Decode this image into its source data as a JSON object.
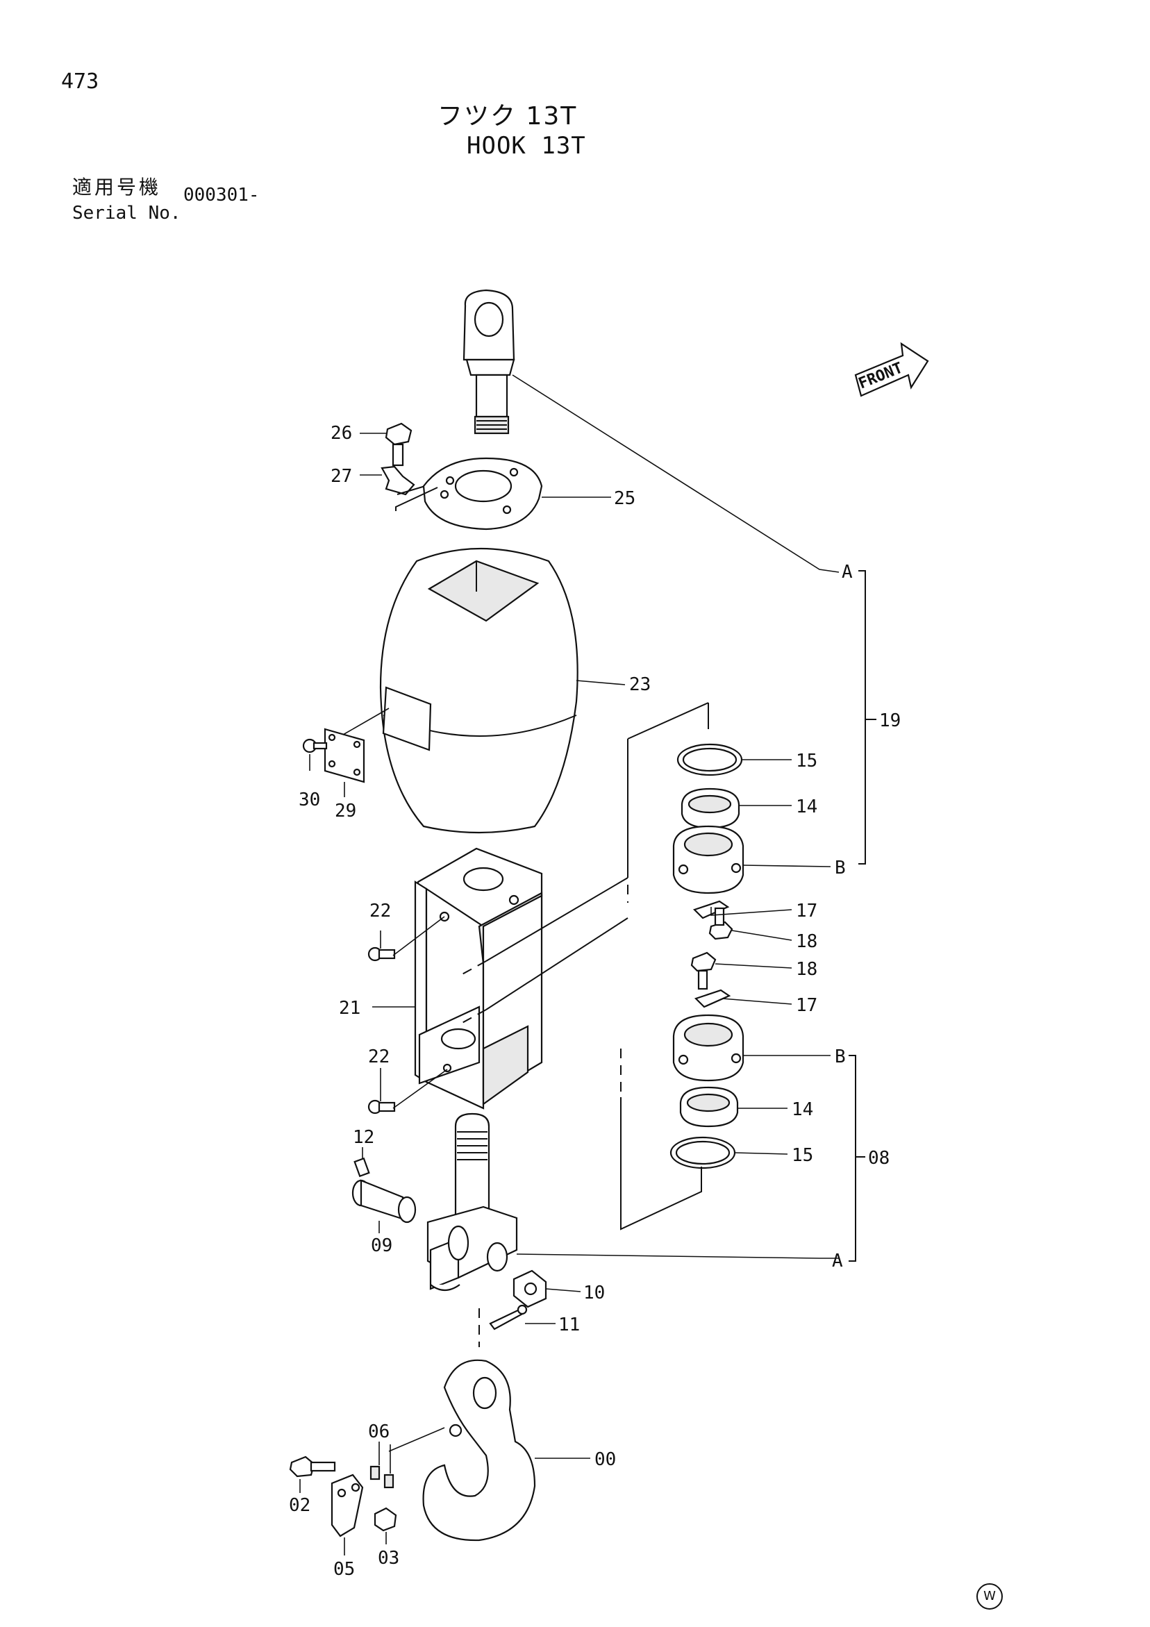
{
  "header": {
    "page_number": "473",
    "title_jp": "フツク 13T",
    "title_en": "HOOK 13T",
    "serial_label_jp": "適用号機",
    "serial_label_en": "Serial No.",
    "serial_value": "000301-"
  },
  "diagram": {
    "front_label": "FRONT",
    "brand_mark": "W",
    "callouts": {
      "c26": "26",
      "c27": "27",
      "c25": "25",
      "c23": "23",
      "c30": "30",
      "c29": "29",
      "c22a": "22",
      "c22b": "22",
      "c21": "21",
      "c12": "12",
      "c09": "09",
      "c10": "10",
      "c11": "11",
      "c06": "06",
      "c02": "02",
      "c03": "03",
      "c05": "05",
      "c00": "00",
      "c15a": "15",
      "c14a": "14",
      "cBa": "B",
      "c17a": "17",
      "c18a": "18",
      "c18b": "18",
      "c17b": "17",
      "cBb": "B",
      "c14b": "14",
      "c15b": "15",
      "c19": "19",
      "cAa": "A",
      "c08": "08",
      "cAb": "A"
    }
  }
}
